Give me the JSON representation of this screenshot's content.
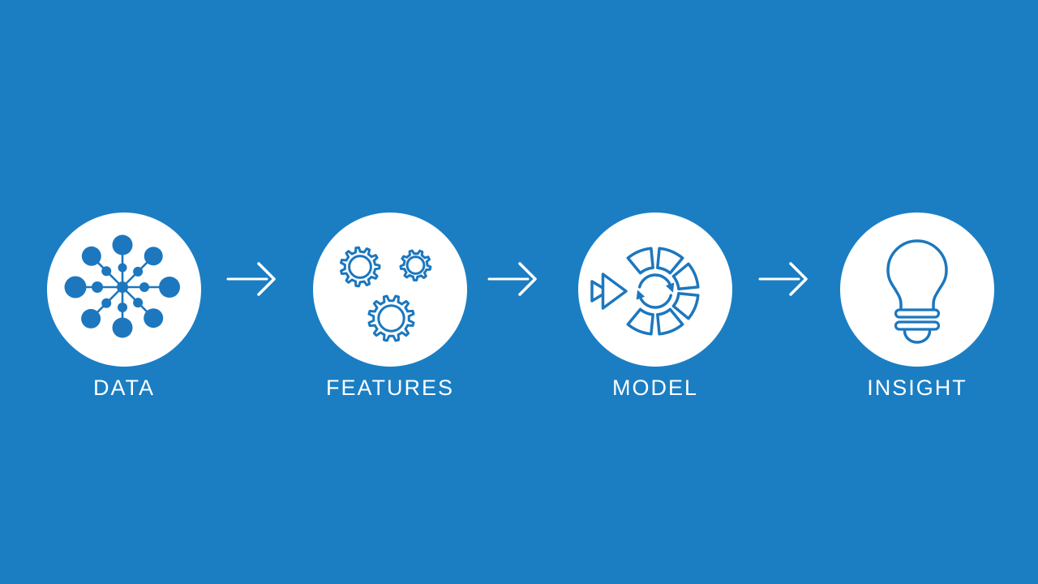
{
  "slide": {
    "colors": {
      "background": "#1B7EC3",
      "icon_blue": "#1C77BE",
      "disc_fill": "#FFFFFF",
      "text_and_arrows": "#FFFFFF"
    },
    "connector_icon": "right-arrow-icon",
    "steps": [
      {
        "label": "DATA",
        "icon": "data-network-icon"
      },
      {
        "label": "FEATURES",
        "icon": "gears-icon"
      },
      {
        "label": "MODEL",
        "icon": "model-iteration-icon"
      },
      {
        "label": "INSIGHT",
        "icon": "lightbulb-icon"
      }
    ]
  }
}
